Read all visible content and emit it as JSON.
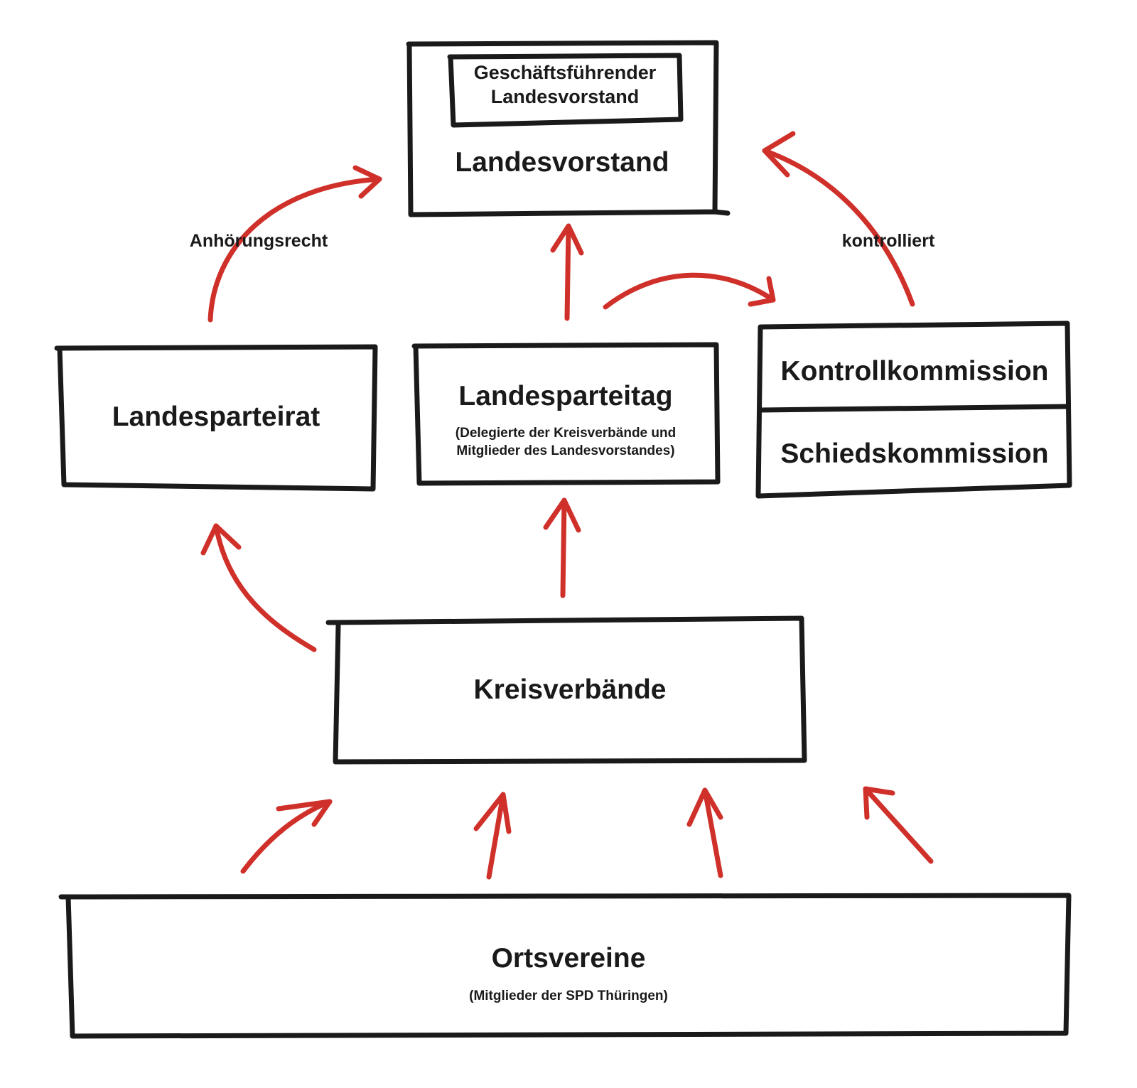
{
  "diagram": {
    "nodes": {
      "gf_landesvorstand": {
        "line1": "Geschäftsführender",
        "line2": "Landesvorstand"
      },
      "landesvorstand": {
        "title": "Landesvorstand"
      },
      "landesparteirat": {
        "title": "Landesparteirat"
      },
      "landesparteitag": {
        "title": "Landesparteitag",
        "note_line1": "(Delegierte der Kreisverbände und",
        "note_line2": "Mitglieder des Landesvorstandes)"
      },
      "kontrollkommission": {
        "title": "Kontrollkommission"
      },
      "schiedskommission": {
        "title": "Schiedskommission"
      },
      "kreisverbaende": {
        "title": "Kreisverbände"
      },
      "ortsvereine": {
        "title": "Ortsvereine",
        "note": "(Mitglieder der SPD Thüringen)"
      }
    },
    "edge_labels": {
      "anhoerungsrecht": "Anhörungsrecht",
      "kontrolliert": "kontrolliert"
    },
    "colors": {
      "ink": "#1a1a1a",
      "arrow": "#d0302a",
      "background": "#ffffff"
    }
  }
}
